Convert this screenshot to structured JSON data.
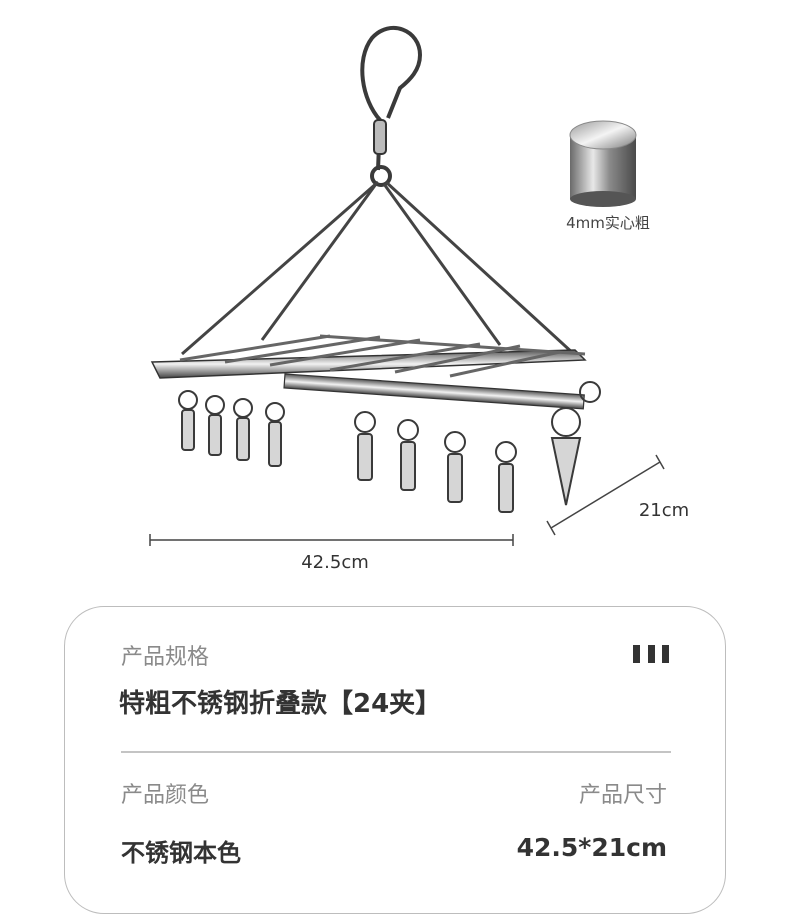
{
  "product_image": {
    "material_label": "4mm实心粗",
    "width_label": "42.5cm",
    "depth_label": "21cm"
  },
  "spec_card": {
    "spec_title": "产品规格",
    "spec_value": "特粗不锈钢折叠款【24夹】",
    "color_title": "产品颜色",
    "color_value": "不锈钢本色",
    "size_title": "产品尺寸",
    "size_value": "42.5*21cm",
    "menu_icon": "three-bars-icon"
  }
}
